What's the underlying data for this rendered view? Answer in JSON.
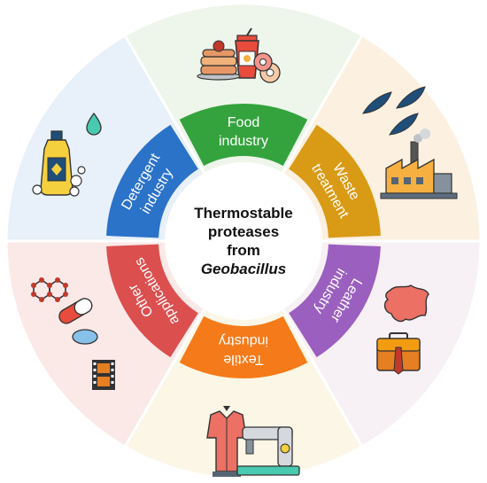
{
  "center": {
    "lines": [
      "Thermostable",
      "proteases",
      "from"
    ],
    "italic_line": "Geobacillus"
  },
  "segments": [
    {
      "key": "food",
      "lines": [
        "Food",
        "industry"
      ],
      "color": "#34A33E",
      "outer_color": "#EEF5EA",
      "icon": "food-icon"
    },
    {
      "key": "waste",
      "lines": [
        "Waste",
        "treatment"
      ],
      "color": "#D99A15",
      "outer_color": "#FCF0E1",
      "icon": "factory-icon"
    },
    {
      "key": "leather",
      "lines": [
        "Leather",
        "industry"
      ],
      "color": "#9B5FBF",
      "outer_color": "#F7F0F5",
      "icon": "leather-briefcase-icon"
    },
    {
      "key": "textile",
      "lines": [
        "Textile",
        "industry"
      ],
      "color": "#F57A19",
      "outer_color": "#FBF6E6",
      "icon": "sewing-machine-icon"
    },
    {
      "key": "other",
      "lines": [
        "Other",
        "applications"
      ],
      "color": "#DB4F4F",
      "outer_color": "#FBE9E8",
      "icon": "pills-molecule-film-icon"
    },
    {
      "key": "detergent",
      "lines": [
        "Detergent",
        "industry"
      ],
      "color": "#2B72C9",
      "outer_color": "#E8F0F9",
      "icon": "detergent-bottle-icon"
    }
  ]
}
